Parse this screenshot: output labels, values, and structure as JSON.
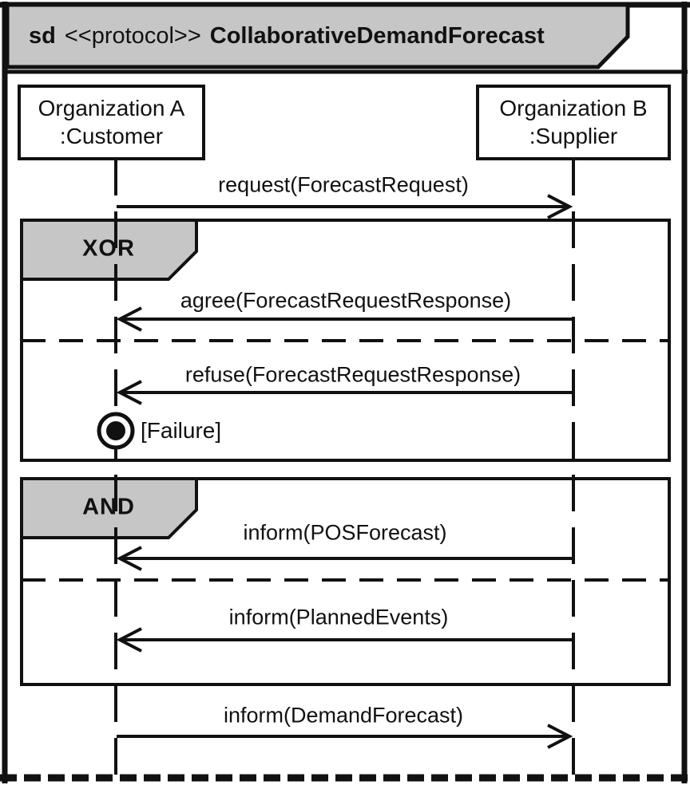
{
  "diagram": {
    "title": {
      "keyword": "sd",
      "stereotype": "<<protocol>>",
      "name": "CollaborativeDemandForecast"
    },
    "lifelines": [
      {
        "line1": "Organization A",
        "line2": ":Customer"
      },
      {
        "line1": "Organization B",
        "line2": ":Supplier"
      }
    ],
    "fragments": [
      {
        "operator": "XOR"
      },
      {
        "operator": "AND"
      }
    ],
    "messages": [
      {
        "label": "request(ForecastRequest)",
        "direction": "right"
      },
      {
        "label": "agree(ForecastRequestResponse)",
        "direction": "left"
      },
      {
        "label": "refuse(ForecastRequestResponse)",
        "direction": "left"
      },
      {
        "label": "inform(POSForecast)",
        "direction": "left"
      },
      {
        "label": "inform(PlannedEvents)",
        "direction": "left"
      },
      {
        "label": "inform(DemandForecast)",
        "direction": "right"
      }
    ],
    "final_state_label": "[Failure]",
    "colors": {
      "line": "#111111",
      "header_fill": "#c6c6c6",
      "background": "#ffffff"
    }
  }
}
